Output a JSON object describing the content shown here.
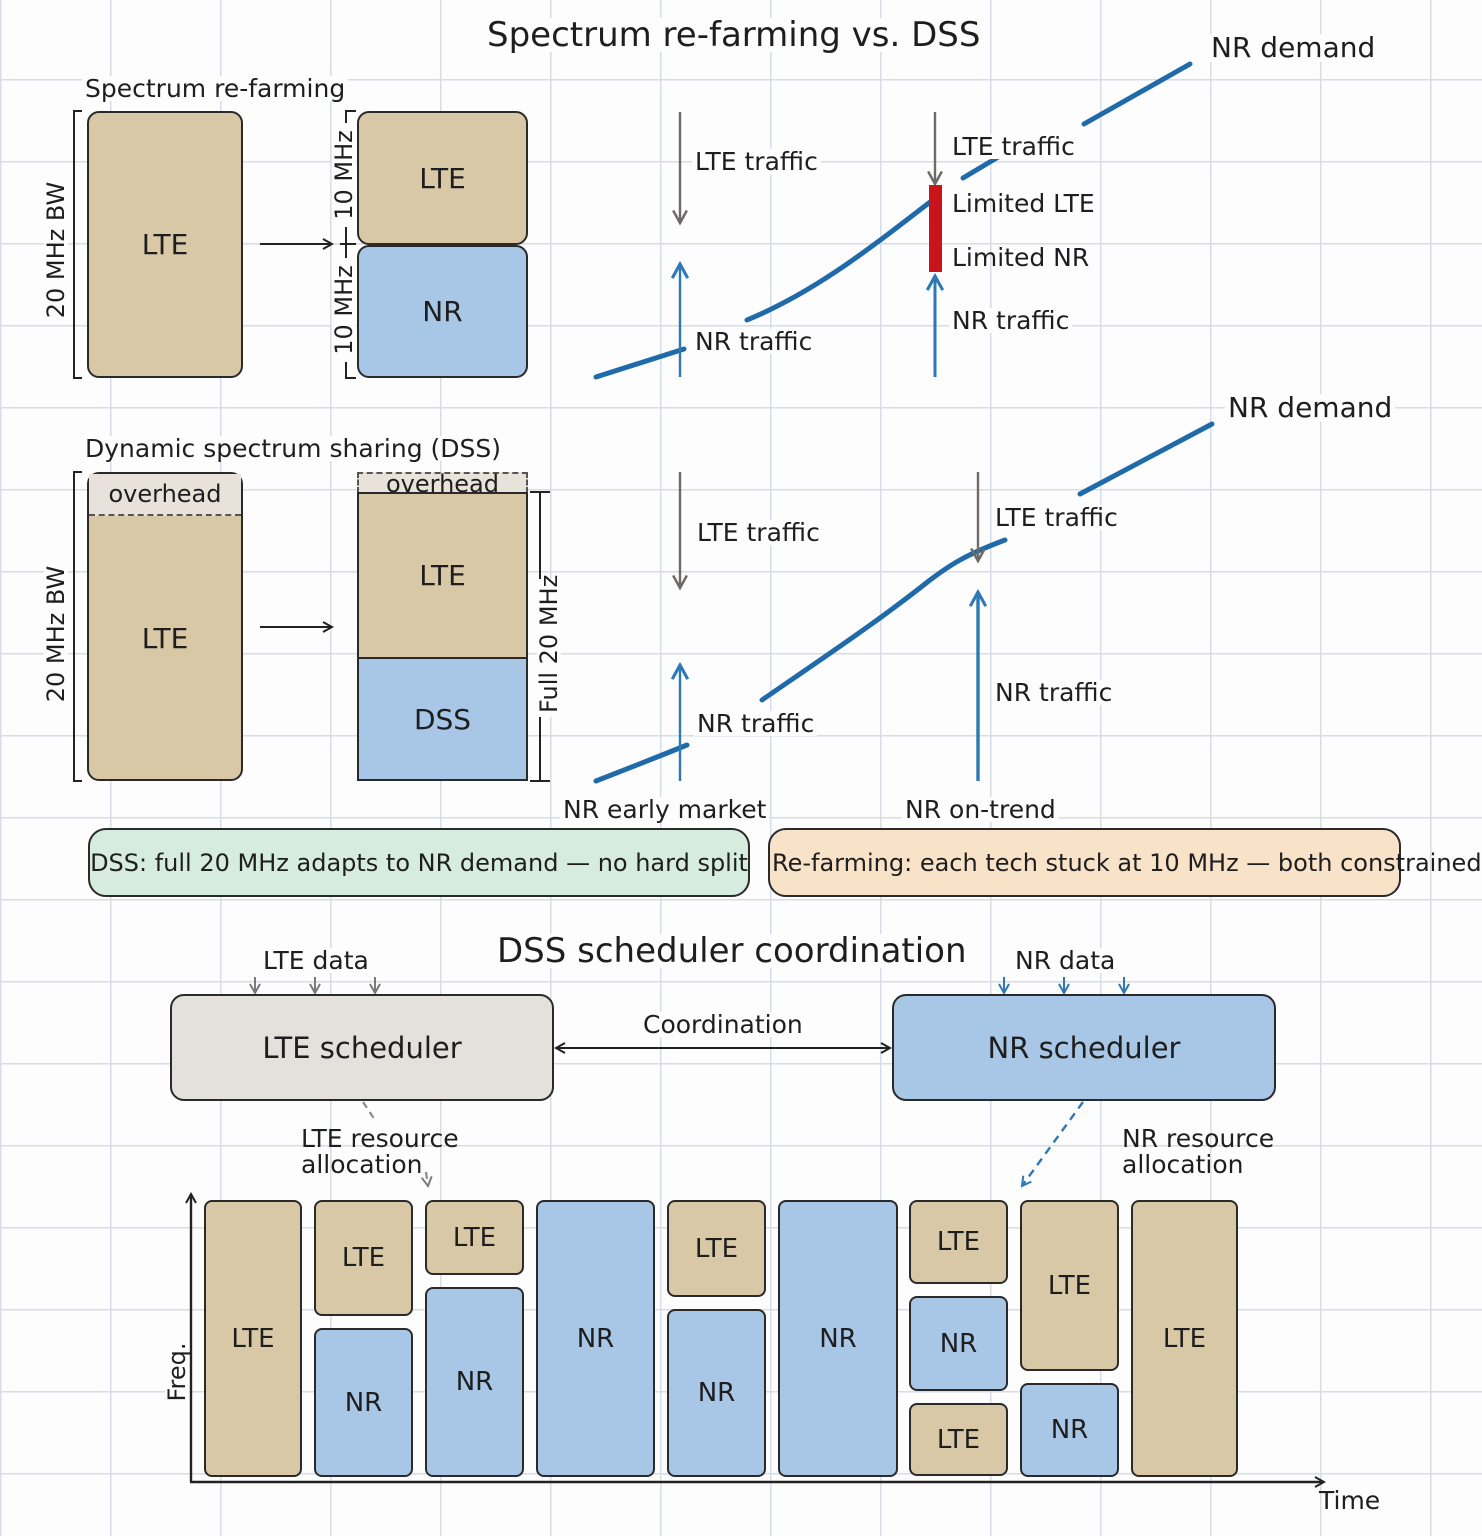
{
  "title": "Spectrum re-farming vs. DSS",
  "refarming": {
    "heading": "Spectrum re-farming",
    "bandwidth_label": "20 MHz BW",
    "source_block": "LTE",
    "split_top_label": "10 MHz",
    "split_bottom_label": "10 MHz",
    "split_top_block": "LTE",
    "split_bottom_block": "NR",
    "graph": {
      "nr_demand_label": "NR demand",
      "early_lte_traffic": "LTE traffic",
      "early_nr_traffic": "NR traffic",
      "trend_lte_traffic": "LTE traffic",
      "limited_lte": "Limited LTE",
      "limited_nr": "Limited NR",
      "trend_nr_traffic": "NR traffic"
    }
  },
  "dss": {
    "heading": "Dynamic spectrum sharing (DSS)",
    "bandwidth_label": "20 MHz BW",
    "source_overhead": "overhead",
    "source_block": "LTE",
    "target_overhead": "overhead",
    "target_top_block": "LTE",
    "target_bottom_block": "DSS",
    "full_label": "Full 20 MHz",
    "graph": {
      "nr_demand_label": "NR demand",
      "early_lte_traffic": "LTE traffic",
      "early_nr_traffic": "NR traffic",
      "trend_lte_traffic": "LTE traffic",
      "trend_nr_traffic": "NR traffic"
    }
  },
  "phases": {
    "early": "NR early market",
    "on_trend": "NR on-trend"
  },
  "notes": {
    "dss": "DSS: full 20 MHz adapts to NR demand — no hard split",
    "refarming": "Re-farming: each tech stuck at 10 MHz — both constrained"
  },
  "scheduler": {
    "title": "DSS scheduler coordination",
    "lte_data": "LTE data",
    "nr_data": "NR data",
    "lte_scheduler": "LTE scheduler",
    "nr_scheduler": "NR scheduler",
    "coordination": "Coordination",
    "lte_alloc_line1": "LTE resource",
    "lte_alloc_line2": "allocation",
    "nr_alloc_line1": "NR resource",
    "nr_alloc_line2": "allocation"
  },
  "resource_grid": {
    "y_axis": "Freq.",
    "x_axis": "Time",
    "slots": [
      [
        {
          "tech": "LTE",
          "share": 1.0
        }
      ],
      [
        {
          "tech": "LTE",
          "share": 0.42
        },
        {
          "tech": "NR",
          "share": 0.54
        }
      ],
      [
        {
          "tech": "LTE",
          "share": 0.27
        },
        {
          "tech": "NR",
          "share": 0.69
        }
      ],
      [
        {
          "tech": "NR",
          "share": 1.0
        }
      ],
      [
        {
          "tech": "LTE",
          "share": 0.35
        },
        {
          "tech": "NR",
          "share": 0.61
        }
      ],
      [
        {
          "tech": "NR",
          "share": 1.0
        }
      ],
      [
        {
          "tech": "LTE",
          "share": 0.31
        },
        {
          "tech": "NR",
          "share": 0.35
        },
        {
          "tech": "LTE",
          "share": 0.27
        }
      ],
      [
        {
          "tech": "LTE",
          "share": 0.62
        },
        {
          "tech": "NR",
          "share": 0.34
        }
      ],
      [
        {
          "tech": "LTE",
          "share": 1.0
        }
      ]
    ]
  },
  "colors": {
    "lte": "#d8c8a6",
    "nr": "#a8c6e6",
    "demand_line": "#1f6aa8",
    "lte_arrow": "#6e6a66",
    "limited_bar": "#c8141a",
    "note_dss_bg": "#d6ecdf",
    "note_refarm_bg": "#f8e2c8",
    "lte_scheduler_bg": "#e4e0dc",
    "nr_scheduler_bg": "#a8c6e6"
  }
}
